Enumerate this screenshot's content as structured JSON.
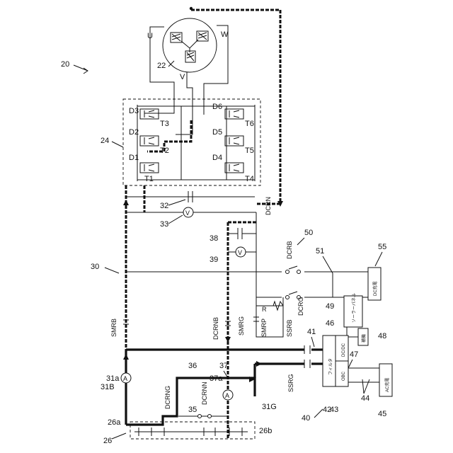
{
  "labels": {
    "system": "20",
    "motor": "22",
    "inverter": "24",
    "battery": "26",
    "battery_a": "26a",
    "battery_b": "26b",
    "line30": "30",
    "line31a": "31a",
    "line31b": "31B",
    "line31g": "31G",
    "cap32": "32",
    "volt33": "33",
    "line35": "35",
    "line36": "36",
    "line37": "37",
    "sensor37a": "37a",
    "cap38": "38",
    "volt39": "39",
    "charger40": "40",
    "line41": "41",
    "filter42": "42",
    "obc43": "43",
    "line44": "44",
    "ac45": "45",
    "dcdc46": "46",
    "line47": "47",
    "aux48": "48",
    "solar49": "49",
    "dc50": "50",
    "line51": "51",
    "dc55": "55"
  },
  "phases": {
    "u": "U",
    "v": "V",
    "w": "W"
  },
  "switches": {
    "smrb": "SMRB",
    "smrg": "SMRG",
    "smrp": "SMRP",
    "r": "R",
    "dcrnb": "DCRNB",
    "dcrng": "DCRNG",
    "dcrnn": "DCRNN",
    "dcrn": "DCRN",
    "dcrb": "DCRB",
    "dcrg": "DCRG",
    "ssrb": "SSRB",
    "ssrg": "SSRG"
  },
  "transistors": [
    "T1",
    "T2",
    "T3",
    "T4",
    "T5",
    "T6"
  ],
  "diodes": [
    "D1",
    "D2",
    "D3",
    "D4",
    "D5",
    "D6"
  ],
  "boxes": {
    "filter": "フィルタ",
    "obc": "OBC",
    "dcdc": "DC/DC",
    "aux": "補機",
    "solar": "ソーラーパネル",
    "ac": "AC充電",
    "dc": "DC充電"
  },
  "meter_symbol": "V",
  "sensor_symbol": "A"
}
